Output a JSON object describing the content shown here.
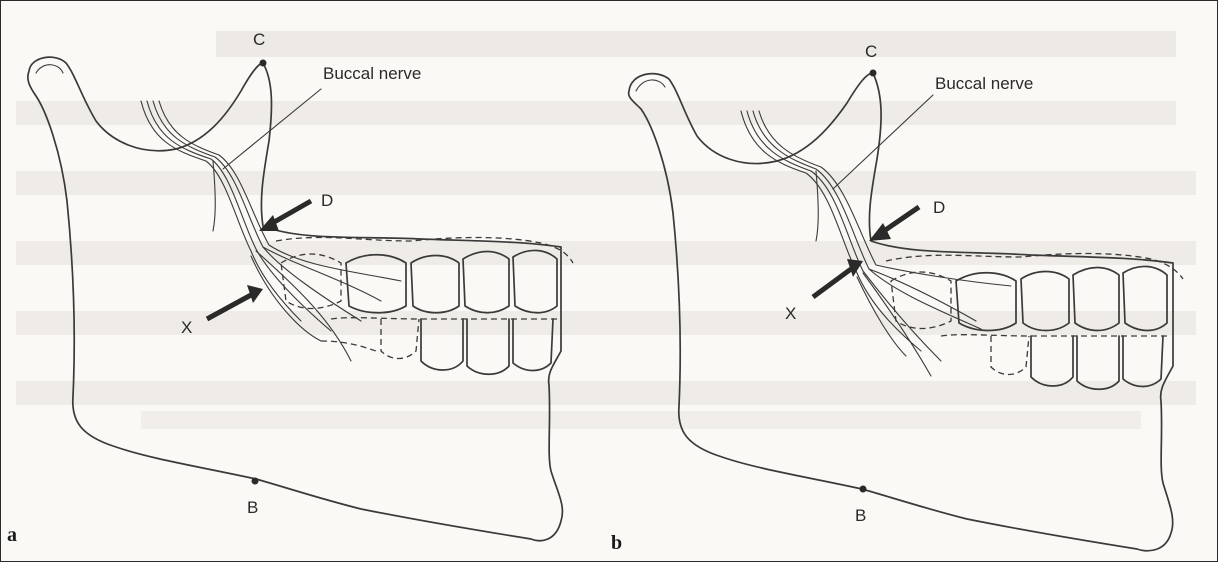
{
  "panels": [
    {
      "panel_label": "a",
      "labels": {
        "top_point": "C",
        "nerve": "Buccal nerve",
        "arrow_d": "D",
        "arrow_x": "X",
        "bottom_point": "B"
      }
    },
    {
      "panel_label": "b",
      "labels": {
        "top_point": "C",
        "nerve": "Buccal nerve",
        "arrow_d": "D",
        "arrow_x": "X",
        "bottom_point": "B"
      }
    }
  ],
  "colors": {
    "ink": "#3a3a3a",
    "paper": "#fbf9f6",
    "bleed_text": "#dcd6cf"
  }
}
